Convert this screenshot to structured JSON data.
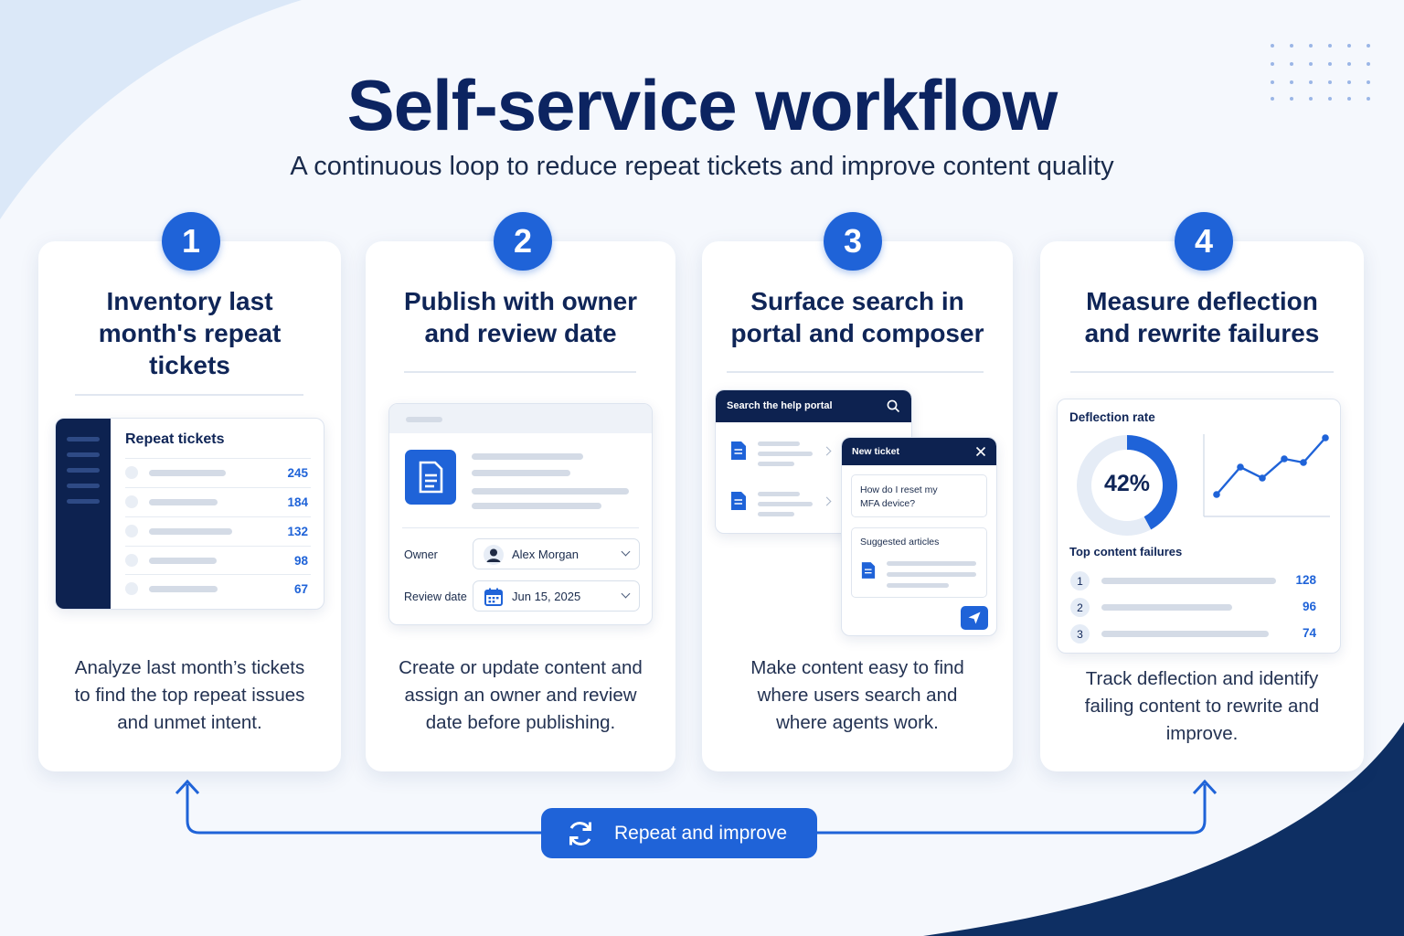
{
  "header": {
    "title": "Self-service workflow",
    "subtitle": "A continuous loop to reduce repeat tickets and improve content quality"
  },
  "colors": {
    "accent": "#1f63d8",
    "navy": "#0c2461",
    "dark_panel": "#0d2250",
    "background": "#f5f8fd"
  },
  "steps": [
    {
      "number": "1",
      "title": "Inventory last month's repeat tickets",
      "description": "Analyze last month’s tickets to find the top repeat issues and unmet intent.",
      "panel": {
        "title": "Repeat tickets",
        "counts": [
          "245",
          "184",
          "132",
          "98",
          "67"
        ]
      }
    },
    {
      "number": "2",
      "title": "Publish with owner and review date",
      "description": "Create or update content and assign an owner and review date before publishing.",
      "panel": {
        "owner_label": "Owner",
        "owner_value": "Alex Morgan",
        "review_label": "Review date",
        "review_value": "Jun 15, 2025",
        "doc_icon": "document-icon",
        "avatar_icon": "user-avatar-icon",
        "calendar_icon": "calendar-icon"
      }
    },
    {
      "number": "3",
      "title": "Surface search in portal and composer",
      "description": "Make content easy to find where users search and where agents work.",
      "panel": {
        "search_placeholder": "Search the help portal",
        "ticket_title": "New ticket",
        "ticket_question": "How do I reset my MFA device?",
        "suggested_label": "Suggested articles",
        "icons": [
          "search-icon",
          "close-icon",
          "send-icon",
          "document-icon"
        ]
      }
    },
    {
      "number": "4",
      "title": "Measure deflection and rewrite failures",
      "description": "Track deflection and identify failing content to rewrite and improve.",
      "panel": {
        "rate_label": "Deflection rate",
        "rate_value": "42%",
        "rate_fraction": 0.42,
        "failures_label": "Top content failures",
        "failures": [
          {
            "rank": "1",
            "count": "128"
          },
          {
            "rank": "2",
            "count": "96"
          },
          {
            "rank": "3",
            "count": "74"
          }
        ]
      }
    }
  ],
  "loop": {
    "label": "Repeat and improve",
    "icon": "refresh-icon"
  }
}
